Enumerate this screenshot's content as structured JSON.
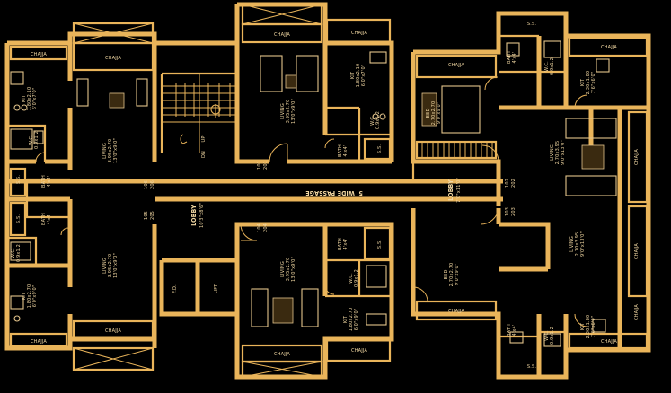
{
  "plan": {
    "chajja": "CHAJJA",
    "ss": "S.S.",
    "bath": "BATH",
    "wc": "W.C.",
    "kit": "KIT",
    "living": "LIVING",
    "bed": "BED",
    "lift": "LIFT",
    "fd": "F.D.",
    "up": "UP",
    "dn": "DN",
    "passage": "5' WIDE PASSAGE",
    "lobby": "LOBBY",
    "dims": {
      "kit_a": "1.80x2.10",
      "kit_a_ft": "6'0\"x7'0\"",
      "kit_b": "1.80x2.70",
      "kit_b_ft": "6'0\"x9'0\"",
      "kit_c": "2.30x1.80",
      "kit_c_ft": "7'6\"x6'0\"",
      "living_a": "3.95x2.70",
      "living_a_ft": "13'0\"x9'0\"",
      "living_b": "2.70x3.95",
      "living_b_ft": "9'0\"x13'0\"",
      "bed": "2.70x2.70",
      "bed_ft": "9'0\"x9'0\"",
      "bath": "1.2x1.2",
      "bath_ft": "4'x4'",
      "wc": "0.9x1.2",
      "wc_ft": "3'x4'",
      "lobby_left": "10'3\"x8'6\"",
      "lobby_right": "7'0\"x11'0\""
    },
    "units": {
      "u101": "101",
      "u201": "201",
      "u104": "104",
      "u204": "204",
      "u105": "105",
      "u205": "205",
      "u106": "106",
      "u206": "206",
      "u102": "102",
      "u202": "202",
      "u103": "103",
      "u203": "203"
    }
  }
}
